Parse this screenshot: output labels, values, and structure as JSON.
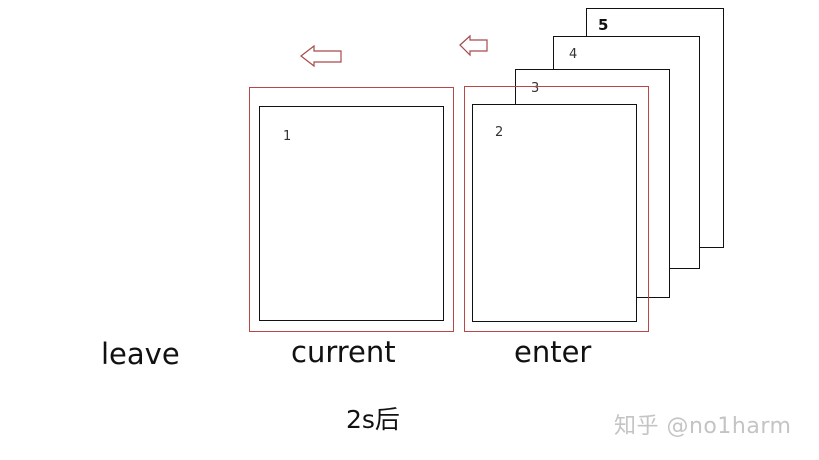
{
  "diagram": {
    "type": "carousel-stack-illustration",
    "labels": {
      "leave": "leave",
      "current": "current",
      "enter": "enter"
    },
    "caption": "2s后",
    "cards": [
      {
        "id": 1,
        "label": "1",
        "position": "current"
      },
      {
        "id": 2,
        "label": "2",
        "position": "enter"
      },
      {
        "id": 3,
        "label": "3",
        "position": "stack"
      },
      {
        "id": 4,
        "label": "4",
        "position": "stack"
      },
      {
        "id": 5,
        "label": "5",
        "position": "stack"
      }
    ],
    "arrows": [
      {
        "direction": "left",
        "icon": "left-arrow-outline-icon",
        "size": "large"
      },
      {
        "direction": "left",
        "icon": "left-arrow-outline-icon",
        "size": "small"
      }
    ],
    "colors": {
      "highlight_border": "#b84848",
      "card_border": "#111111",
      "watermark": "#c4c4c4"
    }
  },
  "watermark": "知乎 @no1harm"
}
